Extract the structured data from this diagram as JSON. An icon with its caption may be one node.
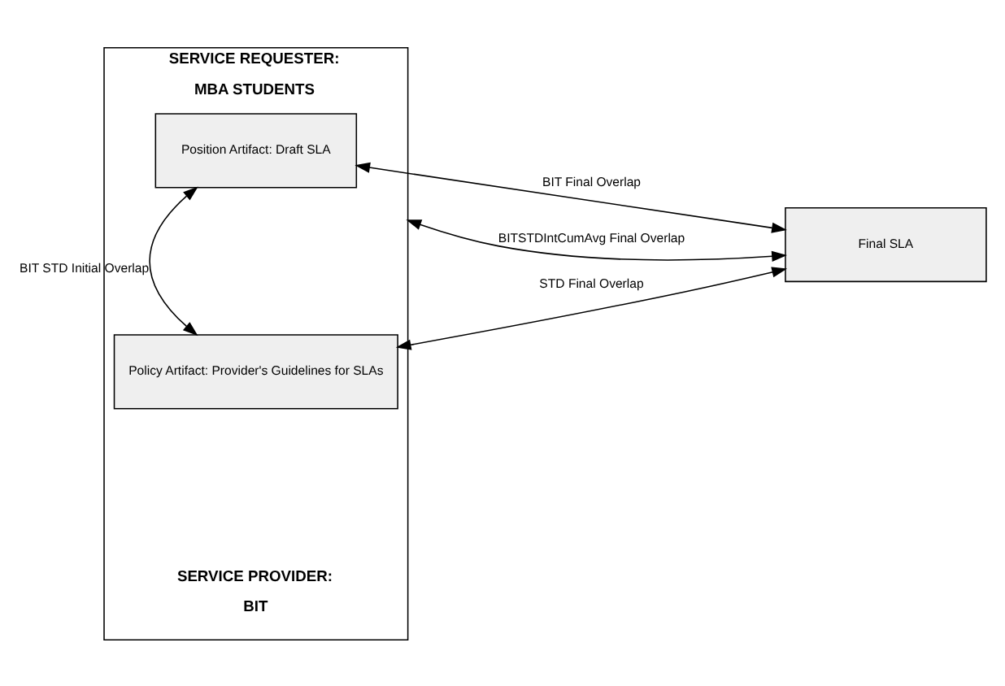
{
  "diagram": {
    "nodes": [
      {
        "text": [
          "SERVICE REQUESTER:",
          "MBA STUDENTS",
          "SERVICE PROVIDER:",
          "BIT"
        ]
      },
      {
        "text": [
          "Position Artifact: Draft SLA"
        ],
        "in": 0
      },
      {
        "text": [
          "Policy Artifact: Provider's Guidelines for SLAs"
        ],
        "in": 0
      },
      {
        "text": [
          "Final SLA"
        ]
      }
    ],
    "edges": [
      {
        "from": 1,
        "to": 3,
        "arrow": "both",
        "label": "BIT Final Overlap"
      },
      {
        "from": 0,
        "to": 3,
        "arrow": "both",
        "label": "BITSTDIntCumAvg Final Overlap"
      },
      {
        "from": 2,
        "to": 3,
        "arrow": "both",
        "label": "STD Final Overlap"
      },
      {
        "from": 1,
        "to": 2,
        "arrow": "both",
        "label": "BIT STD Initial Overlap"
      }
    ]
  }
}
